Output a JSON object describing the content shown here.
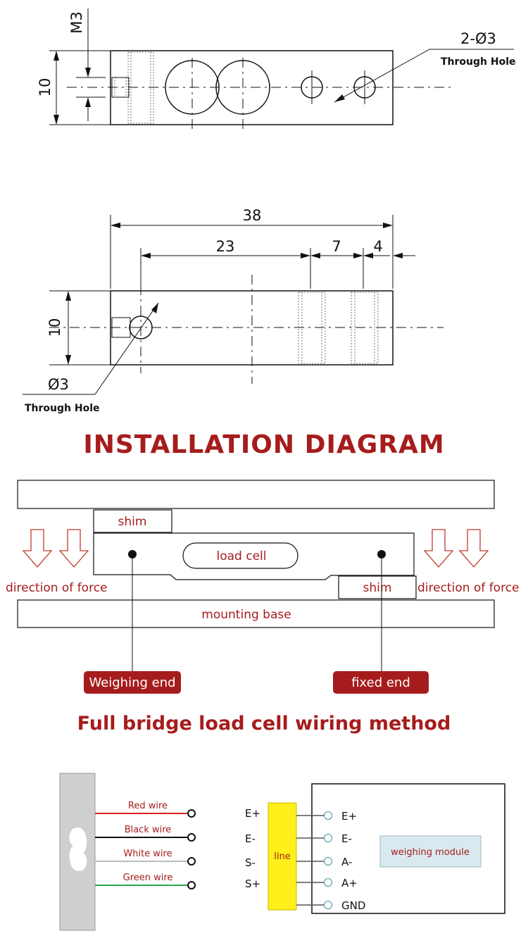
{
  "drawing_top": {
    "thread_label": "M3",
    "height_label": "10",
    "hole_label": "2-Ø3",
    "hole_note": "Through Hole"
  },
  "drawing_bottom": {
    "length_total": "38",
    "length_a": "23",
    "length_b": "7",
    "length_c": "4",
    "height_label": "10",
    "hole_label": "Ø3",
    "hole_note": "Through Hole"
  },
  "installation": {
    "title": "INSTALLATION DIAGRAM",
    "shim_top": "shim",
    "shim_bottom": "shim",
    "load_cell": "load cell",
    "force_left": "direction of force",
    "force_right": "direction of force",
    "base": "mounting base",
    "weighing_end": "Weighing end",
    "fixed_end": "fixed end"
  },
  "wiring": {
    "title": "Full bridge load cell wiring method",
    "wires": [
      {
        "label": "Red wire",
        "color": "#e02020"
      },
      {
        "label": "Black wire",
        "color": "#111111"
      },
      {
        "label": "White wire",
        "color": "#bbbbbb"
      },
      {
        "label": "Green wire",
        "color": "#2aa84a"
      }
    ],
    "left_terminals": [
      "E+",
      "E-",
      "S-",
      "S+"
    ],
    "line_label": "line",
    "right_terminals": [
      "E+",
      "E-",
      "A-",
      "A+",
      "GND"
    ],
    "module_label": "weighing module"
  },
  "colors": {
    "accent": "#a61c1c",
    "line_box": "#ffef1a",
    "module_box": "#d8eaef"
  }
}
